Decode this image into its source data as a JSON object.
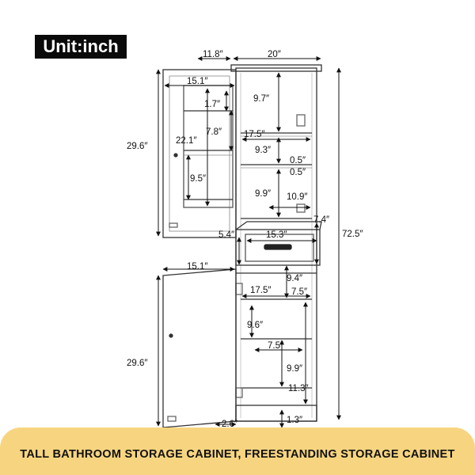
{
  "unit_label": "Unit:inch",
  "banner_text": "TALL BATHROOM STORAGE CABINET, FREESTANDING STORAGE CABINET",
  "banner_color": "#f7d580",
  "dimensions": {
    "depth_top": "11.8″",
    "width_top": "20″",
    "door_width_upper": "15.1″",
    "door_width_lower": "15.1″",
    "door_inner_gap": "1.7″",
    "door_shelf_spacing": "7.8″",
    "door_rack_height": "9.5″",
    "door_inner_height": "22.1″",
    "upper_door_height": "29.6″",
    "lower_door_height": "29.6″",
    "upper_top_shelf": "9.7″",
    "upper_inner_width": "17.5″",
    "upper_mid_shelf": "9.3″",
    "shelf_thickness_a": "0.5″",
    "shelf_thickness_b": "0.5″",
    "upper_bottom_shelf": "9.9″",
    "upper_shelf_depth": "10.9″",
    "drawer_height": "7.4″",
    "drawer_depth": "5.4″",
    "drawer_width": "15.3″",
    "total_height": "72.5″",
    "lower_top_gap": "9.4″",
    "lower_inner_width": "17.5″",
    "lower_shelf_depth_a": "7.5″",
    "lower_mid_shelf": "9.6″",
    "lower_shelf_depth_b": "7.5″",
    "lower_bottom_shelf": "9.9″",
    "base_height": "11.3″",
    "base_leg": "1.3″",
    "base_offset": "2.6″"
  }
}
